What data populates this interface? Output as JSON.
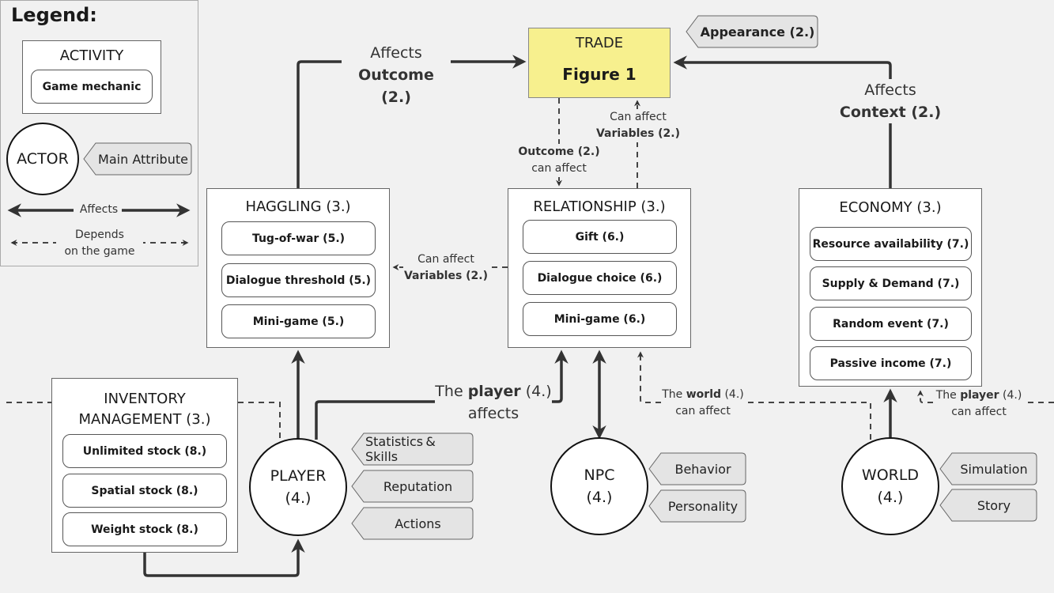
{
  "legend": {
    "title": "Legend:",
    "activity_label": "ACTIVITY",
    "mechanic_label": "Game mechanic",
    "actor_label": "ACTOR",
    "attribute_label": "Main Attribute",
    "affects_label": "Affects",
    "depends_line1": "Depends",
    "depends_line2": "on the game"
  },
  "trade": {
    "title": "TRADE",
    "subtitle": "Figure 1",
    "color": "#f7f08e",
    "attribute": "Appearance (2.)"
  },
  "edges": {
    "haggling_to_trade": {
      "line1": "Affects",
      "line2": "Outcome (2.)"
    },
    "economy_to_trade": {
      "line1": "Affects",
      "line2": "Context (2.)"
    },
    "trade_to_relationship": {
      "bold": "Outcome (2.)",
      "rest": "can affect"
    },
    "relationship_to_trade": {
      "line1": "Can affect",
      "bold": "Variables (2.)"
    },
    "relationship_to_haggling": {
      "line1": "Can affect",
      "bold": "Variables (2.)"
    },
    "player_to_relationship": {
      "pre": "The ",
      "bold": "player",
      "post": " (4.)",
      "line2": "affects"
    },
    "world_to_relationship": {
      "pre": "The ",
      "bold": "world",
      "post": " (4.)",
      "line2": "can affect"
    },
    "player_to_economy": {
      "pre": "The ",
      "bold": "player",
      "post": " (4.)",
      "line2": "can affect"
    }
  },
  "activities": {
    "haggling": {
      "title": "HAGGLING (3.)",
      "mechanics": [
        "Tug-of-war (5.)",
        "Dialogue threshold (5.)",
        "Mini-game (5.)"
      ]
    },
    "relationship": {
      "title": "RELATIONSHIP (3.)",
      "mechanics": [
        "Gift (6.)",
        "Dialogue choice (6.)",
        "Mini-game (6.)"
      ]
    },
    "economy": {
      "title": "ECONOMY (3.)",
      "mechanics": [
        "Resource availability (7.)",
        "Supply & Demand (7.)",
        "Random event (7.)",
        "Passive income (7.)"
      ]
    },
    "inventory": {
      "title_line1": "INVENTORY",
      "title_line2": "MANAGEMENT (3.)",
      "mechanics": [
        "Unlimited stock (8.)",
        "Spatial stock (8.)",
        "Weight stock (8.)"
      ]
    }
  },
  "actors": {
    "player": {
      "name": "PLAYER",
      "num": "(4.)",
      "attributes": [
        "Statistics & Skills",
        "Reputation",
        "Actions"
      ]
    },
    "npc": {
      "name": "NPC",
      "num": "(4.)",
      "attributes": [
        "Behavior",
        "Personality"
      ]
    },
    "world": {
      "name": "WORLD",
      "num": "(4.)",
      "attributes": [
        "Simulation",
        "Story"
      ]
    }
  }
}
